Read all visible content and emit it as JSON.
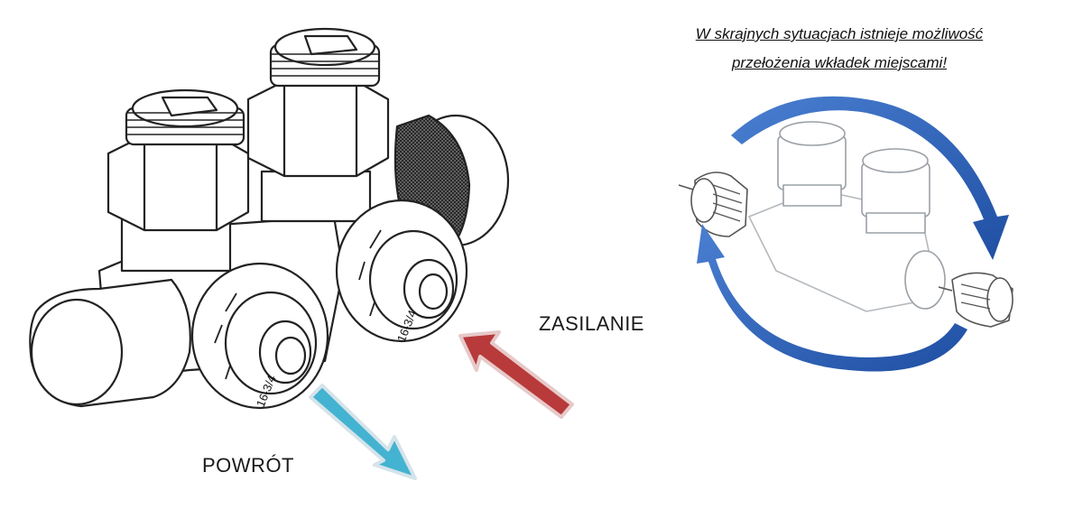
{
  "labels": {
    "supply": "ZASILANIE",
    "return": "POWRÓT",
    "size_mark_left": "16-3/4",
    "size_mark_right": "16-3/4"
  },
  "note": {
    "line1": "W skrajnych sytuacjach istnieje możliwość",
    "line2": "przełożenia wkładek miejscami!"
  },
  "colors": {
    "supply_arrow": "#b83a3a",
    "return_arrow": "#44b3d1",
    "swap_arrows": "#2f5fb3"
  }
}
